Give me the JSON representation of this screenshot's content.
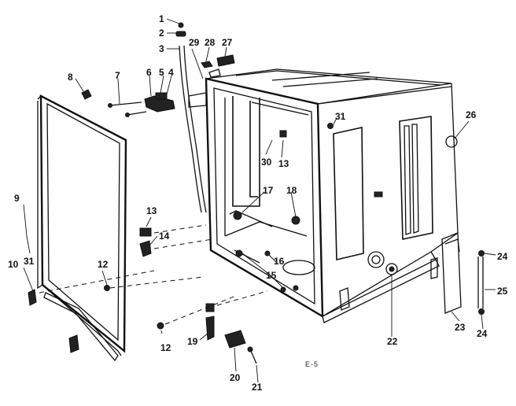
{
  "figure_label": "E-5",
  "callouts": [
    "1",
    "2",
    "3",
    "4",
    "5",
    "6",
    "7",
    "8",
    "9",
    "31",
    "10",
    "12",
    "12",
    "13",
    "14",
    "29",
    "28",
    "27",
    "30",
    "13",
    "31",
    "17",
    "18",
    "16",
    "15",
    "19",
    "20",
    "21",
    "22",
    "23",
    "24",
    "25",
    "24",
    "26"
  ],
  "colors": {
    "ink": "#111111",
    "paper": "#ffffff"
  }
}
